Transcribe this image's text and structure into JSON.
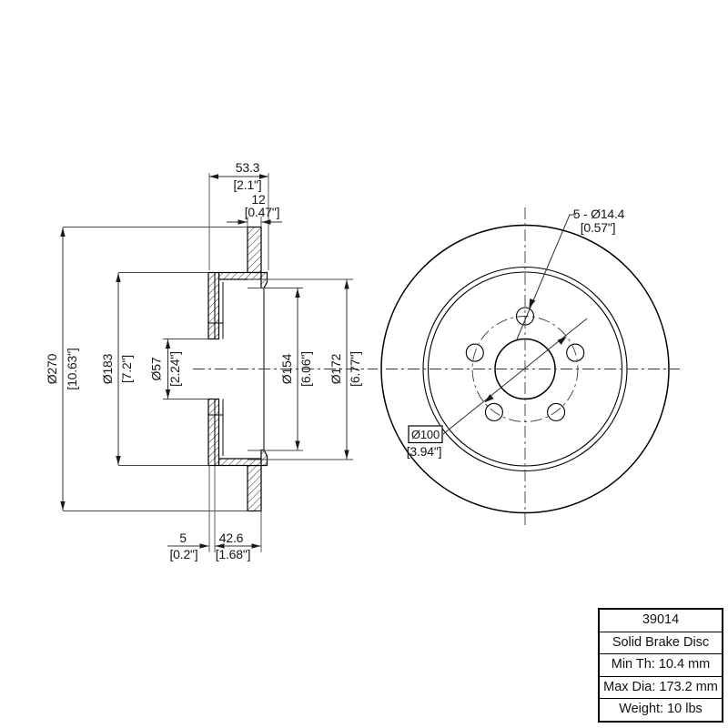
{
  "drawing": {
    "section": {
      "width_total_mm": "53.3",
      "width_total_in": "[2.1\"]",
      "plate_mm": "12",
      "plate_in": "[0.47\"]",
      "outer_mm": "Ø270",
      "outer_in": "[10.63\"]",
      "hat_mm": "Ø183",
      "hat_in": "[7.2\"]",
      "bore_mm": "Ø57",
      "bore_in": "[2.24\"]",
      "inner_mm": "Ø154",
      "inner_in": "[6.06\"]",
      "drum_mm": "Ø172",
      "drum_in": "[6.77\"]",
      "lip_mm": "5",
      "lip_in": "[0.2\"]",
      "depth_mm": "42.6",
      "depth_in": "[1.68\"]"
    },
    "front": {
      "bolt_note_mm": "5 - Ø14.4",
      "bolt_note_in": "[0.57\"]",
      "bcd_mm": "Ø100",
      "bcd_in": "[3.94\"]"
    },
    "title_block": {
      "part_number": "39014",
      "description": "Solid Brake Disc",
      "min_th": "Min Th: 10.4 mm",
      "max_dia": "Max Dia: 173.2 mm",
      "weight": "Weight: 10 lbs"
    }
  }
}
